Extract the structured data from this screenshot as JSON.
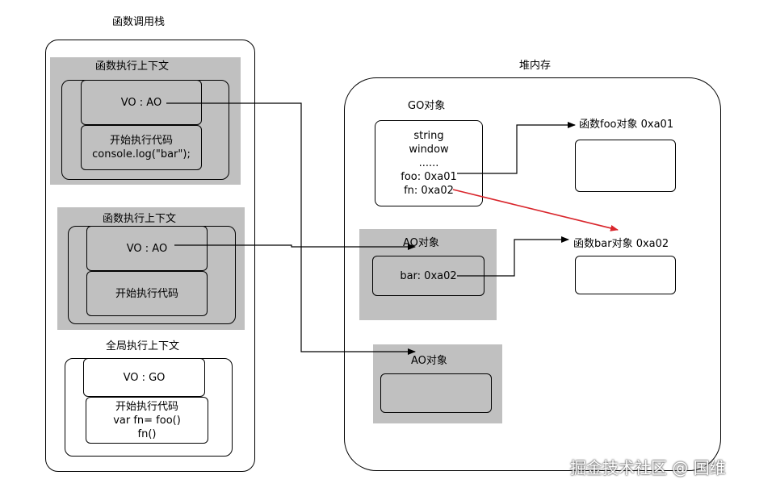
{
  "call_stack": {
    "title": "函数调用栈",
    "ctx1": {
      "title": "函数执行上下文",
      "vo": "VO : AO",
      "code_lines": [
        "开始执行代码",
        "console.log(\"bar\");"
      ]
    },
    "ctx2": {
      "title": "函数执行上下文",
      "vo": "VO : AO",
      "code_lines": [
        "开始执行代码"
      ]
    },
    "global": {
      "title": "全局执行上下文",
      "vo": "VO : GO",
      "code_lines": [
        "开始执行代码",
        "var fn= foo()",
        "fn()"
      ]
    }
  },
  "heap": {
    "title": "堆内存",
    "go": {
      "title": "GO对象",
      "lines": [
        "string",
        "window",
        "......",
        "foo: 0xa01",
        "fn: 0xa02"
      ]
    },
    "ao_bar": {
      "title": "AO对象",
      "content": "bar: 0xa02"
    },
    "ao_empty": {
      "title": "AO对象"
    },
    "foo_obj": {
      "label": "函数foo对象 0xa01"
    },
    "bar_obj": {
      "label": "函数bar对象 0xa02"
    }
  },
  "watermark": "掘金技术社区 @ 国维",
  "colors": {
    "region_gray": "#c0c0c0",
    "highlight_arrow": "#d9262c",
    "line": "#000000"
  }
}
